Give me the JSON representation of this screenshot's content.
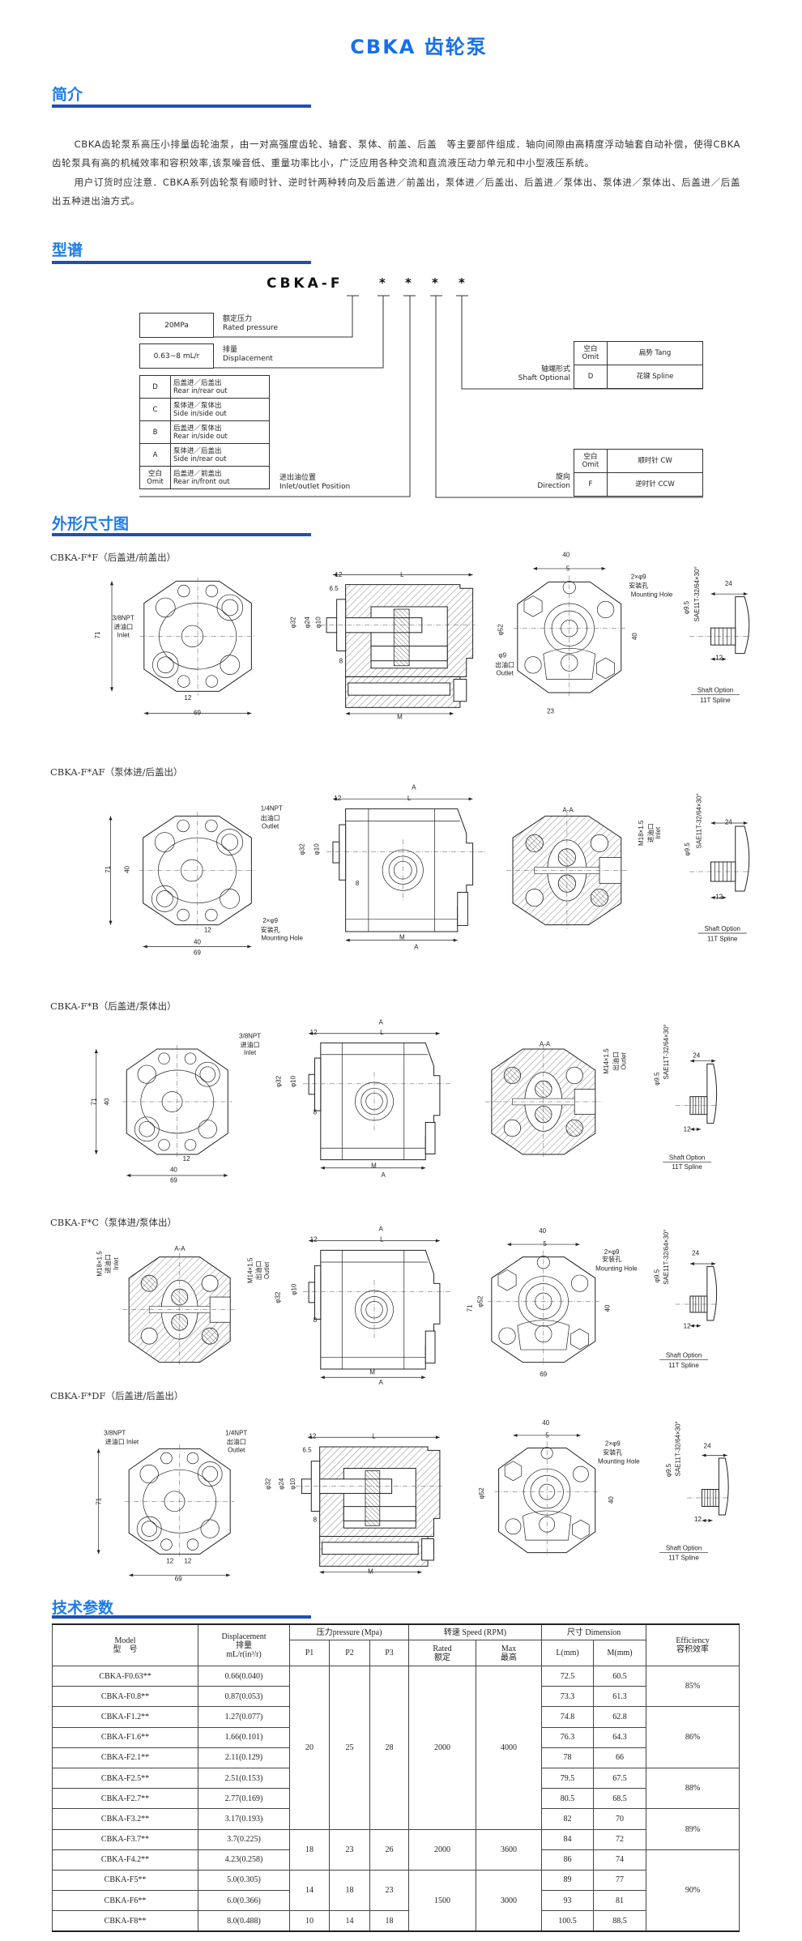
{
  "title": "CBKA 齿轮泵",
  "sections": {
    "intro": "简介",
    "models": "型谱",
    "dimensions": "外形尺寸图",
    "specs": "技术参数"
  },
  "intro": {
    "p1": "CBKA齿轮泵系高压小排量齿轮油泵，由一对高强度齿轮、轴套、泵体、前盖、后盖　等主要部件组成．轴向间隙由高精度浮动轴套自动补偿，使得CBKA齿轮泵具有高的机械效率和容积效率,该泵噪音低、重量功率比小，广泛应用各种交流和直流液压动力单元和中小型液压系统。",
    "p2": "用户订货时应注意．CBKA系列齿轮泵有顺时针、逆时针两种转向及后盖进／前盖出，泵体进／后盖出、后盖进／泵体出、泵体进／泵体出、后盖进／后盖出五种进出油方式。"
  },
  "model_code": {
    "prefix": "CBKA-F",
    "stars": [
      "*",
      "*",
      "*",
      "*"
    ],
    "pressure": {
      "value": "20MPa",
      "cn": "额定压力",
      "en": "Rated pressure"
    },
    "displacement": {
      "value": "0.63~8 mL/r",
      "cn": "排量",
      "en": "Displacement"
    },
    "position": {
      "cn": "进出油位置",
      "en": "Inlet/outlet Position",
      "options": [
        {
          "code": "D",
          "cn": "后盖进／后盖出",
          "en": "Rear in/rear out"
        },
        {
          "code": "C",
          "cn": "泵体进／泵体出",
          "en": "Side in/side out"
        },
        {
          "code": "B",
          "cn": "后盖进／泵体出",
          "en": "Rear in/side out"
        },
        {
          "code": "A",
          "cn": "泵体进／后盖出",
          "en": "Side in/rear out"
        },
        {
          "code": "空白",
          "code_en": "Omit",
          "cn": "后盖进／前盖出",
          "en": "Rear in/front out"
        }
      ]
    },
    "shaft": {
      "cn": "轴端形式",
      "en": "Shaft Optional",
      "options": [
        {
          "code": "空白",
          "code_en": "Omit",
          "value": "扁势 Tang"
        },
        {
          "code": "D",
          "value": "花键 Spline"
        }
      ]
    },
    "direction": {
      "cn": "旋向",
      "en": "Direction",
      "options": [
        {
          "code": "空白",
          "code_en": "Omit",
          "value": "顺时针 CW"
        },
        {
          "code": "F",
          "value": "逆时针 CCW"
        }
      ]
    }
  },
  "drawings": [
    {
      "title": "CBKA-F*F（后盖进/前盖出）",
      "views": [
        [
          "71",
          "3/8NPT",
          "进油口",
          "Inlet",
          "12",
          "69"
        ],
        [
          "12",
          "L",
          "6.5",
          "φ32",
          "φ24",
          "φ10",
          "8",
          "M"
        ],
        [
          "40",
          "5",
          "2×φ9",
          "安装孔",
          "Mounting Hole",
          "φ52",
          "40",
          "φ9",
          "出油口",
          "Outlet",
          "23"
        ],
        [
          "SAE11T-32/64×30°",
          "φ9.5",
          "24",
          "12",
          "Shaft Option",
          "11T Spline"
        ]
      ]
    },
    {
      "title": "CBKA-F*AF（泵体进/后盖出）",
      "views": [
        [
          "71",
          "40",
          "1/4NPT",
          "出油口",
          "Outlet",
          "12",
          "40",
          "69",
          "2×φ9",
          "安装孔",
          "Mounting Hole"
        ],
        [
          "A",
          "12",
          "L",
          "φ32",
          "φ10",
          "8",
          "M",
          "A"
        ],
        [
          "A-A",
          "M18×1.5",
          "进油口",
          "Inlet"
        ],
        [
          "SAE11T-32/64×30°",
          "φ9.5",
          "24",
          "12",
          "Shaft Option",
          "11T Spline"
        ]
      ]
    },
    {
      "title": "CBKA-F*B（后盖进/泵体出）",
      "views": [
        [
          "71",
          "40",
          "3/8NPT",
          "进油口",
          "Inlet",
          "12",
          "40",
          "69"
        ],
        [
          "A",
          "12",
          "L",
          "φ32",
          "φ10",
          "8",
          "M",
          "A"
        ],
        [
          "A-A",
          "M14×1.5",
          "出油口",
          "Outlet"
        ],
        [
          "SAE11T-32/64×30°",
          "φ9.5",
          "24",
          "12",
          "Shaft Option",
          "11T Spline"
        ]
      ]
    },
    {
      "title": "CBKA-F*C（泵体进/泵体出）",
      "views": [
        [
          "A-A",
          "M18×1.5",
          "进油口",
          "Inlet",
          "M14×1.5",
          "出油口",
          "Outlet"
        ],
        [
          "A",
          "12",
          "L",
          "φ32",
          "φ10",
          "8",
          "M",
          "A"
        ],
        [
          "40",
          "5",
          "2×φ9",
          "安装孔",
          "Mounting Hole",
          "71",
          "φ52",
          "40",
          "69"
        ],
        [
          "SAE11T-32/64×30°",
          "φ9.5",
          "24",
          "12",
          "Shaft Option",
          "11T Spline"
        ]
      ]
    },
    {
      "title": "CBKA-F*DF（后盖进/后盖出）",
      "views": [
        [
          "3/8NPT",
          "进油口 Inlet",
          "1/4NPT",
          "出油口",
          "Outlet",
          "71",
          "12",
          "12",
          "69"
        ],
        [
          "12",
          "L",
          "6.5",
          "φ32",
          "φ24",
          "φ10",
          "8",
          "M"
        ],
        [
          "40",
          "5",
          "2×φ9",
          "安装孔",
          "Mounting Hole",
          "φ52",
          "40"
        ],
        [
          "SAE11T-32/64×30°",
          "φ9.5",
          "24",
          "12",
          "Shaft Option",
          "11T Spline"
        ]
      ]
    }
  ],
  "spec_table": {
    "headers": {
      "model_en": "Model",
      "model_cn": "型　号",
      "disp_en": "Displacement",
      "disp_cn": "排量",
      "disp_unit": "mL/r(in³/r)",
      "pressure": "压力pressure (Mpa)",
      "p1": "P1",
      "p2": "P2",
      "p3": "P3",
      "speed": "转速 Speed (RPM)",
      "rated_en": "Rated",
      "rated_cn": "额定",
      "max_en": "Max",
      "max_cn": "最高",
      "dimension": "尺寸 Dimension",
      "l": "L(mm)",
      "m": "M(mm)",
      "eff_en": "Efficiency",
      "eff_cn": "容积效率"
    },
    "rows": [
      {
        "model": "CBKA-F0.63**",
        "disp": "0.66(0.040)",
        "L": "72.5",
        "M": "60.5"
      },
      {
        "model": "CBKA-F0.8**",
        "disp": "0.87(0.053)",
        "L": "73.3",
        "M": "61.3"
      },
      {
        "model": "CBKA-F1.2**",
        "disp": "1.27(0.077)",
        "L": "74.8",
        "M": "62.8"
      },
      {
        "model": "CBKA-F1.6**",
        "disp": "1.66(0.101)",
        "L": "76.3",
        "M": "64.3"
      },
      {
        "model": "CBKA-F2.1**",
        "disp": "2.11(0.129)",
        "L": "78",
        "M": "66"
      },
      {
        "model": "CBKA-F2.5**",
        "disp": "2.51(0.153)",
        "L": "79.5",
        "M": "67.5"
      },
      {
        "model": "CBKA-F2.7**",
        "disp": "2.77(0.169)",
        "L": "80.5",
        "M": "68.5"
      },
      {
        "model": "CBKA-F3.2**",
        "disp": "3.17(0.193)",
        "L": "82",
        "M": "70"
      },
      {
        "model": "CBKA-F3.7**",
        "disp": "3.7(0.225)",
        "L": "84",
        "M": "72"
      },
      {
        "model": "CBKA-F4.2**",
        "disp": "4.23(0.258)",
        "L": "86",
        "M": "74"
      },
      {
        "model": "CBKA-F5**",
        "disp": "5.0(0.305)",
        "L": "89",
        "M": "77"
      },
      {
        "model": "CBKA-F6**",
        "disp": "6.0(0.366)",
        "L": "93",
        "M": "81"
      },
      {
        "model": "CBKA-F8**",
        "disp": "8.0(0.488)",
        "L": "100.5",
        "M": "88.5"
      }
    ],
    "pressure_groups": [
      {
        "p1": "20",
        "p2": "25",
        "p3": "28",
        "rows": 8
      },
      {
        "p1": "18",
        "p2": "23",
        "p3": "26",
        "rows": 2
      },
      {
        "p1": "14",
        "p2": "18",
        "p3": "23",
        "rows": 2
      },
      {
        "p1": "10",
        "p2": "14",
        "p3": "18",
        "rows": 1
      }
    ],
    "speed_groups": [
      {
        "rated": "2000",
        "max": "4000",
        "rows": 8
      },
      {
        "rated": "2000",
        "max": "3600",
        "rows": 2
      },
      {
        "rated": "1500",
        "max": "3000",
        "rows": 3
      }
    ],
    "efficiency_groups": [
      {
        "value": "85%",
        "rows": 2
      },
      {
        "value": "86%",
        "rows": 3
      },
      {
        "value": "88%",
        "rows": 2
      },
      {
        "value": "89%",
        "rows": 2
      },
      {
        "value": "90%",
        "rows": 4
      }
    ]
  },
  "colors": {
    "accent": "#1e7ce8",
    "rule": "#1f4fb5"
  }
}
